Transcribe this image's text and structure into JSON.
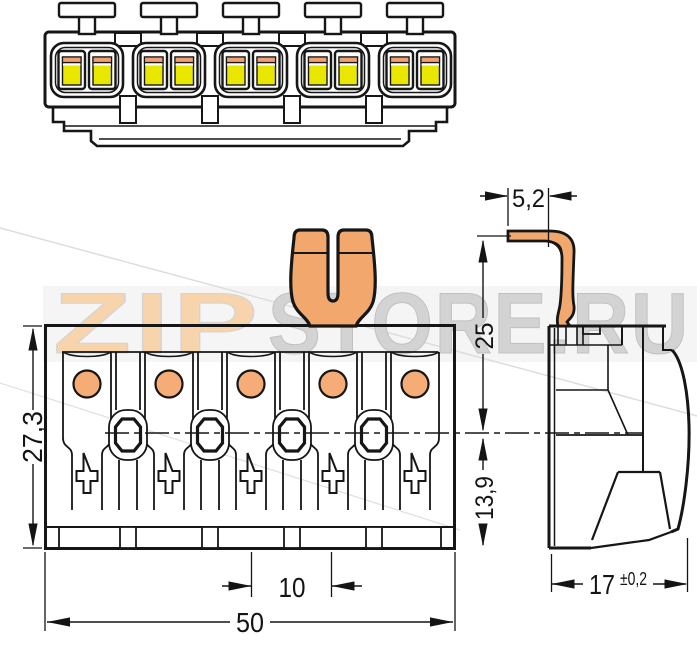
{
  "watermark": {
    "zip": "ZIP",
    "store": "STORE.RU"
  },
  "dimensions": {
    "front_height": "27,3",
    "front_width": "50",
    "pole_pitch": "10",
    "clamp_width": "5,2",
    "clamp_height": "25",
    "lower_height": "13,9",
    "depth": "17",
    "depth_tolerance": "±0,2"
  },
  "colors": {
    "copper": "#f2a86d",
    "port_orange": "#f6ac76",
    "terminal_yellow": "#e9e600",
    "terminal_strip": "#f0a070",
    "watermark_zip": "#f8cfa2",
    "watermark_store": "#cdcdcd",
    "band": "#f4f4f4",
    "line": "#161616"
  }
}
